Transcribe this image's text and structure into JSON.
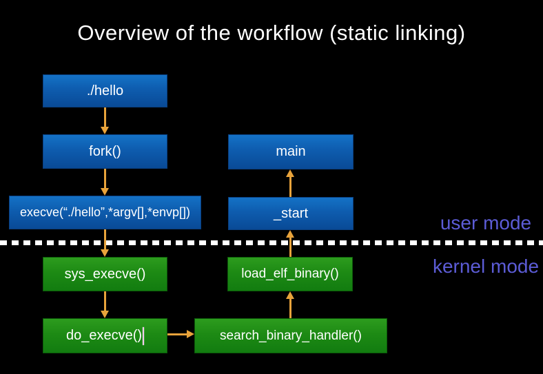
{
  "title": "Overview of the workflow (static linking)",
  "labels": {
    "user_mode": "user mode",
    "kernel_mode": "kernel mode"
  },
  "nodes": [
    {
      "id": "hello",
      "label": "./hello",
      "mode": "user"
    },
    {
      "id": "fork",
      "label": "fork()",
      "mode": "user"
    },
    {
      "id": "execve",
      "label": "execve(“./hello”,*argv[],*envp[])",
      "mode": "user"
    },
    {
      "id": "main",
      "label": "main",
      "mode": "user"
    },
    {
      "id": "start",
      "label": "_start",
      "mode": "user"
    },
    {
      "id": "sys_execve",
      "label": "sys_execve()",
      "mode": "kernel"
    },
    {
      "id": "load_elf_binary",
      "label": "load_elf_binary()",
      "mode": "kernel"
    },
    {
      "id": "do_execve",
      "label": "do_execve()",
      "mode": "kernel"
    },
    {
      "id": "search_binary_handler",
      "label": "search_binary_handler()",
      "mode": "kernel"
    }
  ],
  "edges": [
    {
      "from": "hello",
      "to": "fork",
      "direction": "down"
    },
    {
      "from": "fork",
      "to": "execve",
      "direction": "down"
    },
    {
      "from": "execve",
      "to": "sys_execve",
      "direction": "down"
    },
    {
      "from": "sys_execve",
      "to": "do_execve",
      "direction": "down"
    },
    {
      "from": "do_execve",
      "to": "search_binary_handler",
      "direction": "right"
    },
    {
      "from": "search_binary_handler",
      "to": "load_elf_binary",
      "direction": "up"
    },
    {
      "from": "load_elf_binary",
      "to": "start",
      "direction": "up"
    },
    {
      "from": "start",
      "to": "main",
      "direction": "up"
    }
  ],
  "colors": {
    "background": "#000000",
    "user_box_top": "#1472c6",
    "user_box_bottom": "#094a96",
    "kernel_box_top": "#2d9c1e",
    "kernel_box_bottom": "#127c10",
    "arrow": "#E8A33B",
    "divider": "#ffffff",
    "mode_label": "#5c5cd6",
    "box_text": "#ffffff",
    "title_text": "#ffffff"
  }
}
